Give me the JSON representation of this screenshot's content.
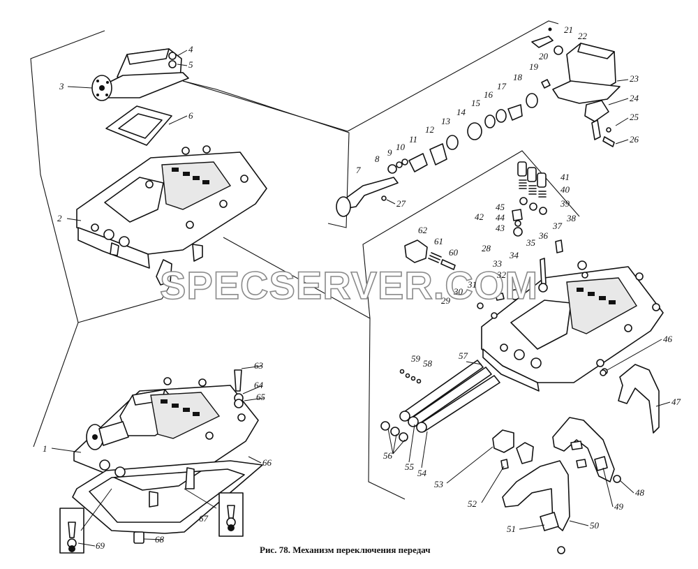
{
  "caption": "Рис. 78. Механизм переключения передач",
  "watermark": "SPECSERVER.COM",
  "part_numbers": [
    "1",
    "2",
    "3",
    "4",
    "5",
    "6",
    "7",
    "8",
    "9",
    "10",
    "11",
    "12",
    "13",
    "14",
    "15",
    "16",
    "17",
    "18",
    "19",
    "20",
    "21",
    "22",
    "23",
    "24",
    "25",
    "26",
    "27",
    "28",
    "29",
    "30",
    "31",
    "32",
    "33",
    "34",
    "35",
    "36",
    "37",
    "38",
    "39",
    "40",
    "41",
    "42",
    "43",
    "44",
    "45",
    "46",
    "47",
    "48",
    "49",
    "50",
    "51",
    "52",
    "53",
    "54",
    "55",
    "56",
    "57",
    "58",
    "59",
    "60",
    "61",
    "62",
    "63",
    "64",
    "65",
    "66",
    "67",
    "68",
    "69"
  ]
}
